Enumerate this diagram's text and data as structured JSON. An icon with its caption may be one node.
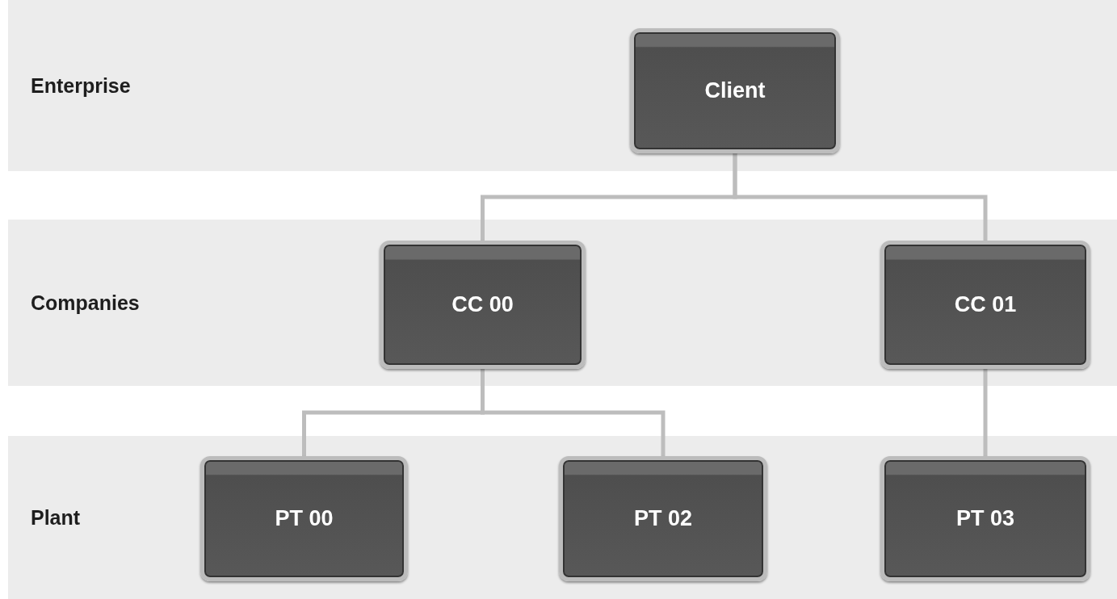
{
  "diagram": {
    "nodes": [
      {
        "text": [
          "Enterprise"
        ]
      },
      {
        "text": [
          "Client"
        ],
        "in": 0
      },
      {
        "text": [
          "Companies"
        ]
      },
      {
        "text": [
          "CC 00"
        ],
        "in": 2
      },
      {
        "text": [
          "CC 01"
        ],
        "in": 2
      },
      {
        "text": [
          "Plant"
        ]
      },
      {
        "text": [
          "PT 00"
        ],
        "in": 5
      },
      {
        "text": [
          "PT 02"
        ],
        "in": 5
      },
      {
        "text": [
          "PT 03"
        ],
        "in": 5
      }
    ],
    "edges": [
      {
        "from": 1,
        "to": 3,
        "arrow": "none"
      },
      {
        "from": 1,
        "to": 4,
        "arrow": "none"
      },
      {
        "from": 3,
        "to": 6,
        "arrow": "none"
      },
      {
        "from": 3,
        "to": 7,
        "arrow": "none"
      },
      {
        "from": 4,
        "to": 8,
        "arrow": "none"
      }
    ]
  }
}
